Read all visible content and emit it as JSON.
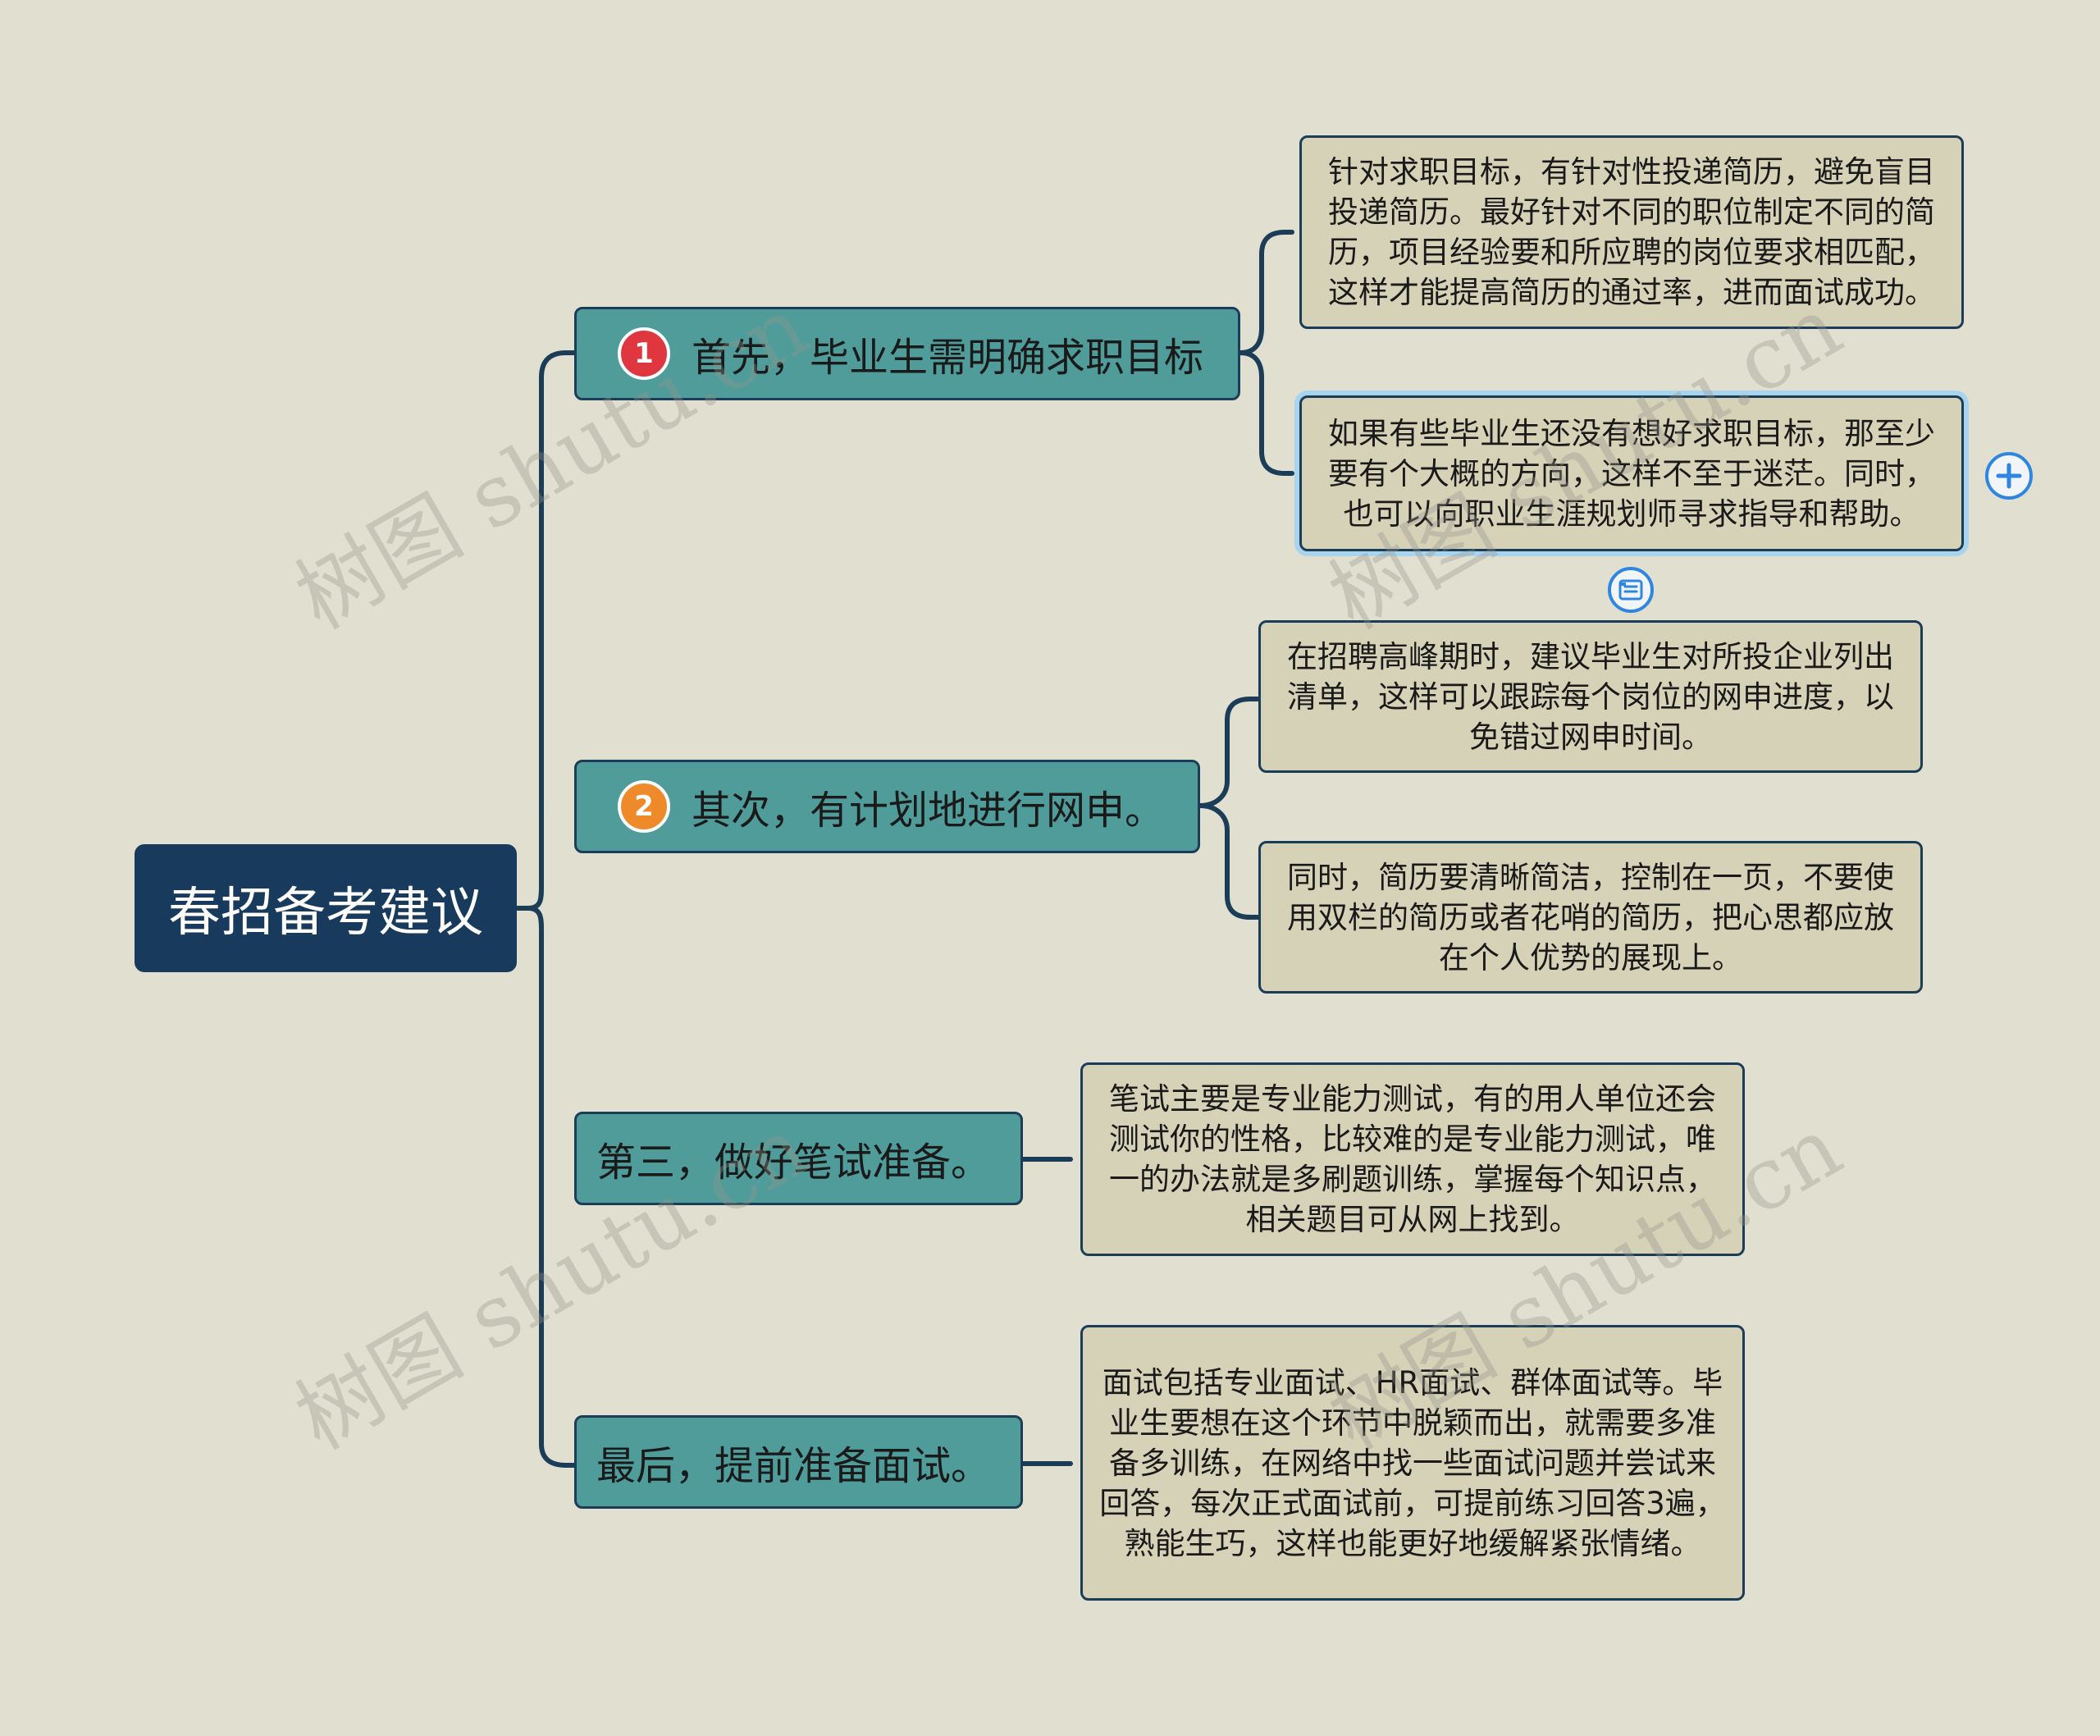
{
  "root": {
    "label": "春招备考建议"
  },
  "branches": [
    {
      "badge": "1",
      "label": "首先，毕业生需明确求职目标",
      "children": [
        "针对求职目标，有针对性投递简历，避免盲目投递简历。最好针对不同的职位制定不同的简历，项目经验要和所应聘的岗位要求相匹配，这样才能提高简历的通过率，进而面试成功。",
        "如果有些毕业生还没有想好求职目标，那至少要有个大概的方向，这样不至于迷茫。同时，也可以向职业生涯规划师寻求指导和帮助。"
      ]
    },
    {
      "badge": "2",
      "label": "其次，有计划地进行网申。",
      "children": [
        "在招聘高峰期时，建议毕业生对所投企业列出清单，这样可以跟踪每个岗位的网申进度，以免错过网申时间。",
        "同时，简历要清晰简洁，控制在一页，不要使用双栏的简历或者花哨的简历，把心思都应放在个人优势的展现上。"
      ]
    },
    {
      "label": "第三，做好笔试准备。",
      "children": [
        "笔试主要是专业能力测试，有的用人单位还会测试你的性格，比较难的是专业能力测试，唯一的办法就是多刷题训练，掌握每个知识点，相关题目可从网上找到。"
      ]
    },
    {
      "label": "最后，提前准备面试。",
      "children": [
        "面试包括专业面试、HR面试、群体面试等。毕业生要想在这个环节中脱颖而出，就需要多准备多训练，在网络中找一些面试问题并尝试来回答，每次正式面试前，可提前练习回答3遍，熟能生巧，这样也能更好地缓解紧张情绪。"
      ]
    }
  ],
  "controls": {
    "add_icon": "plus-circle-icon",
    "note_icon": "note-icon"
  },
  "watermark": "树图 shutu.cn",
  "colors": {
    "background": "#e0dfd0",
    "root": "#183a5c",
    "branch": "#4f9c9a",
    "leaf": "#d5d2b7",
    "line": "#1c3d58",
    "badge1": "#e0363f",
    "badge2": "#ef8a2b",
    "accent": "#2f86e0"
  }
}
